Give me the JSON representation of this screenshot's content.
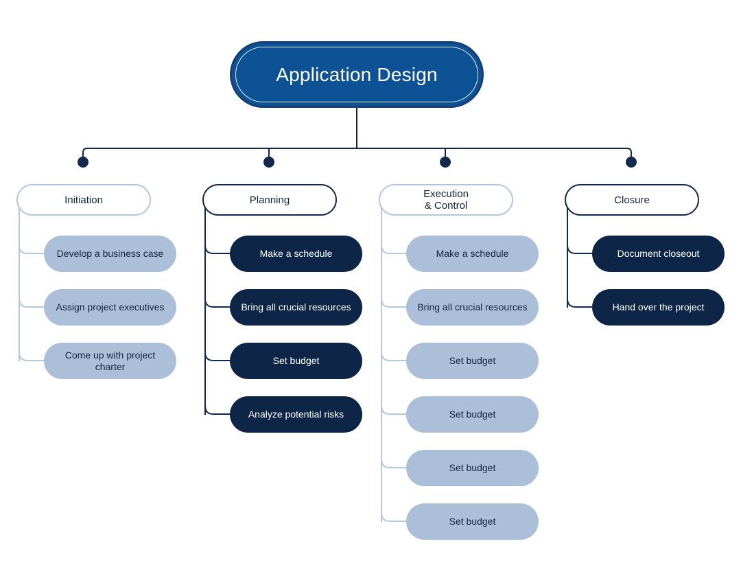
{
  "diagram": {
    "type": "organizational-tree",
    "root": {
      "label": "Application Design"
    },
    "colors": {
      "root_fill": "#0d5294",
      "root_border": "#123f77",
      "dark_pill": "#0d2647",
      "light_pill": "#abc0d8",
      "light_border": "#b3c8de",
      "dark_border": "#12294d",
      "connector_dark": "#12294d",
      "connector_light": "#b3c8de",
      "text_dark": "#10243f",
      "text_light": "#ffffff"
    },
    "columns": [
      {
        "id": "initiation",
        "header": "Initiation",
        "style": "light",
        "items": [
          {
            "label": "Develop a business case"
          },
          {
            "label": "Assign project executives"
          },
          {
            "label": "Come up with project charter"
          }
        ]
      },
      {
        "id": "planning",
        "header": "Planning",
        "style": "dark",
        "items": [
          {
            "label": "Make a schedule"
          },
          {
            "label": "Bring all crucial resources"
          },
          {
            "label": "Set budget"
          },
          {
            "label": "Analyze potential risks"
          }
        ]
      },
      {
        "id": "execution-control",
        "header": "Execution\n& Control",
        "style": "light",
        "items": [
          {
            "label": "Make a schedule"
          },
          {
            "label": "Bring all crucial resources"
          },
          {
            "label": "Set budget"
          },
          {
            "label": "Set budget"
          },
          {
            "label": "Set budget"
          },
          {
            "label": "Set budget"
          }
        ]
      },
      {
        "id": "closure",
        "header": "Closure",
        "style": "dark",
        "items": [
          {
            "label": "Document closeout"
          },
          {
            "label": "Hand over the project"
          }
        ]
      }
    ]
  }
}
